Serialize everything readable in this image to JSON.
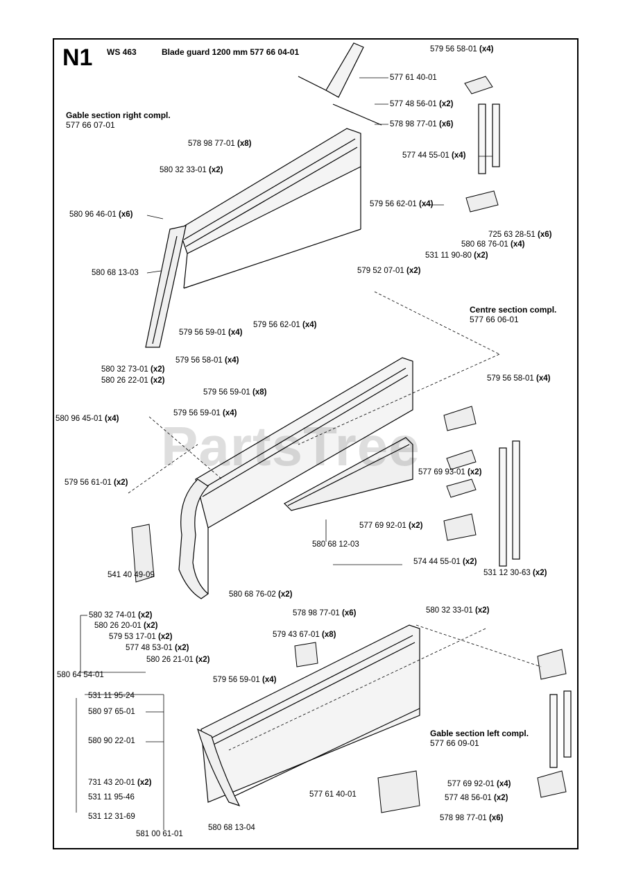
{
  "header": {
    "code": "N1",
    "model": "WS 463",
    "blade_guard": "Blade guard 1200 mm 577 66 04-01"
  },
  "watermark": "PartsTree",
  "sections": {
    "gable_right": {
      "title": "Gable section right compl.",
      "number": "577 66 07-01"
    },
    "centre": {
      "title": "Centre section compl.",
      "number": "577 66 06-01"
    },
    "gable_left": {
      "title": "Gable section left compl.",
      "number": "577 66 09-01"
    }
  },
  "labels": [
    "579 56 58-01 (x4)",
    "577 61 40-01",
    "577 48 56-01 (x2)",
    "578 98 77-01 (x6)",
    "578 98 77-01 (x8)",
    "577 44 55-01 (x4)",
    "580 32 33-01 (x2)",
    "580 96 46-01 (x6)",
    "579 56 62-01 (x4)",
    "725 63 28-51 (x6)",
    "580 68 76-01 (x4)",
    "531 11 90-80 (x2)",
    "580 68 13-03",
    "579 52 07-01 (x2)",
    "579 56 59-01 (x4)",
    "579 56 62-01 (x4)",
    "579 56 58-01 (x4)",
    "580 32 73-01 (x2)",
    "580 26 22-01 (x2)",
    "579 56 59-01 (x8)",
    "579 56 58-01 (x4)",
    "580 96 45-01 (x4)",
    "579 56 59-01 (x4)",
    "577 69 93-01 (x2)",
    "579 56 61-01 (x2)",
    "577 69 92-01 (x2)",
    "580 68 12-03",
    "574 44 55-01 (x2)",
    "541 40 49-09",
    "531 12 30-63 (x2)",
    "580 68 76-02 (x2)",
    "580 32 74-01 (x2)",
    "580 26 20-01 (x2)",
    "579 53 17-01 (x2)",
    "577 48 53-01 (x2)",
    "580 26 21-01 (x2)",
    "578 98 77-01 (x6)",
    "580 32 33-01 (x2)",
    "579 43 67-01 (x8)",
    "580 64 54-01",
    "579 56 59-01 (x4)",
    "531 11 95-24",
    "580 97 65-01",
    "580 90 22-01",
    "731 43 20-01 (x2)",
    "531 11 95-46",
    "531 12 31-69",
    "581 00 61-01",
    "577 61 40-01",
    "577 69 92-01 (x4)",
    "577 48 56-01 (x2)",
    "578 98 77-01 (x6)",
    "580 68 13-04"
  ]
}
